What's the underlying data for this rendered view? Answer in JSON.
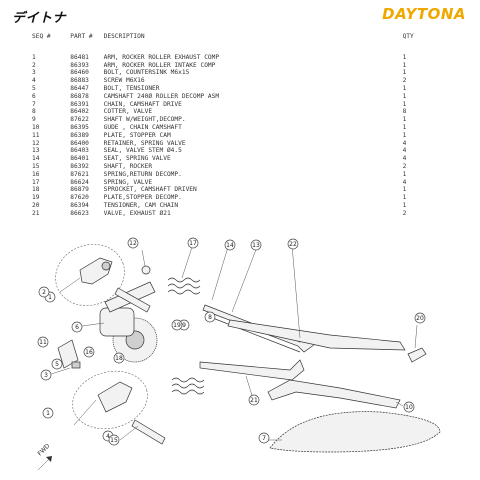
{
  "header": {
    "brand_japanese": "デイトナ",
    "brand_english": "DAYTONA"
  },
  "table": {
    "columns": {
      "seq": "SEQ #",
      "part": "PART #",
      "description": "DESCRIPTION",
      "qty": "QTY"
    },
    "rows": [
      {
        "seq": "1",
        "part": "86481",
        "description": "ARM, ROCKER ROLLER EXHAUST COMP",
        "qty": "1"
      },
      {
        "seq": "2",
        "part": "86393",
        "description": "ARM, ROCKER ROLLER INTAKE COMP",
        "qty": "1"
      },
      {
        "seq": "3",
        "part": "86460",
        "description": "BOLT, COUNTERSINK M6x15",
        "qty": "1"
      },
      {
        "seq": "4",
        "part": "86883",
        "description": "SCREW M6X16",
        "qty": "2"
      },
      {
        "seq": "5",
        "part": "86447",
        "description": "BOLT, TENSIONER",
        "qty": "1"
      },
      {
        "seq": "6",
        "part": "86878",
        "description": "CAMSHAFT 240Ø ROLLER DECOMP ASM",
        "qty": "1"
      },
      {
        "seq": "7",
        "part": "86391",
        "description": "CHAIN, CAMSHAFT DRIVE",
        "qty": "1"
      },
      {
        "seq": "8",
        "part": "86402",
        "description": "COTTER, VALVE",
        "qty": "8"
      },
      {
        "seq": "9",
        "part": "87622",
        "description": "SHAFT W/WEIGHT,DECOMP.",
        "qty": "1"
      },
      {
        "seq": "10",
        "part": "86395",
        "description": "GUDE , CHAIN CAMSHAFT",
        "qty": "1"
      },
      {
        "seq": "11",
        "part": "86389",
        "description": "PLATE, STOPPER CAM",
        "qty": "1"
      },
      {
        "seq": "12",
        "part": "86400",
        "description": "RETAINER, SPRING VALVE",
        "qty": "4"
      },
      {
        "seq": "13",
        "part": "86403",
        "description": "SEAL, VALVE STEM Ø4.5",
        "qty": "4"
      },
      {
        "seq": "14",
        "part": "86401",
        "description": "SEAT, SPRING VALVE",
        "qty": "4"
      },
      {
        "seq": "15",
        "part": "86392",
        "description": "SHAFT, ROCKER",
        "qty": "2"
      },
      {
        "seq": "16",
        "part": "87621",
        "description": "SPRING,RETURN DECOMP.",
        "qty": "1"
      },
      {
        "seq": "17",
        "part": "86624",
        "description": "SPRING, VALVE",
        "qty": "4"
      },
      {
        "seq": "18",
        "part": "86879",
        "description": "SPROCKET, CAMSHAFT DRIVEN",
        "qty": "1"
      },
      {
        "seq": "19",
        "part": "87620",
        "description": "PLATE,STOPPER DECOMP.",
        "qty": "1"
      },
      {
        "seq": "20",
        "part": "86394",
        "description": "TENSIONER, CAM CHAIN",
        "qty": "1"
      },
      {
        "seq": "21",
        "part": "86623",
        "description": "VALVE, EXHAUST Ø21",
        "qty": "2"
      }
    ]
  },
  "diagram": {
    "direction_label": "FWD",
    "callouts": [
      "1",
      "2",
      "3",
      "4",
      "5",
      "6",
      "7",
      "8",
      "9",
      "10",
      "11",
      "12",
      "13",
      "14",
      "15",
      "16",
      "17",
      "18",
      "19",
      "20",
      "21",
      "22"
    ]
  }
}
